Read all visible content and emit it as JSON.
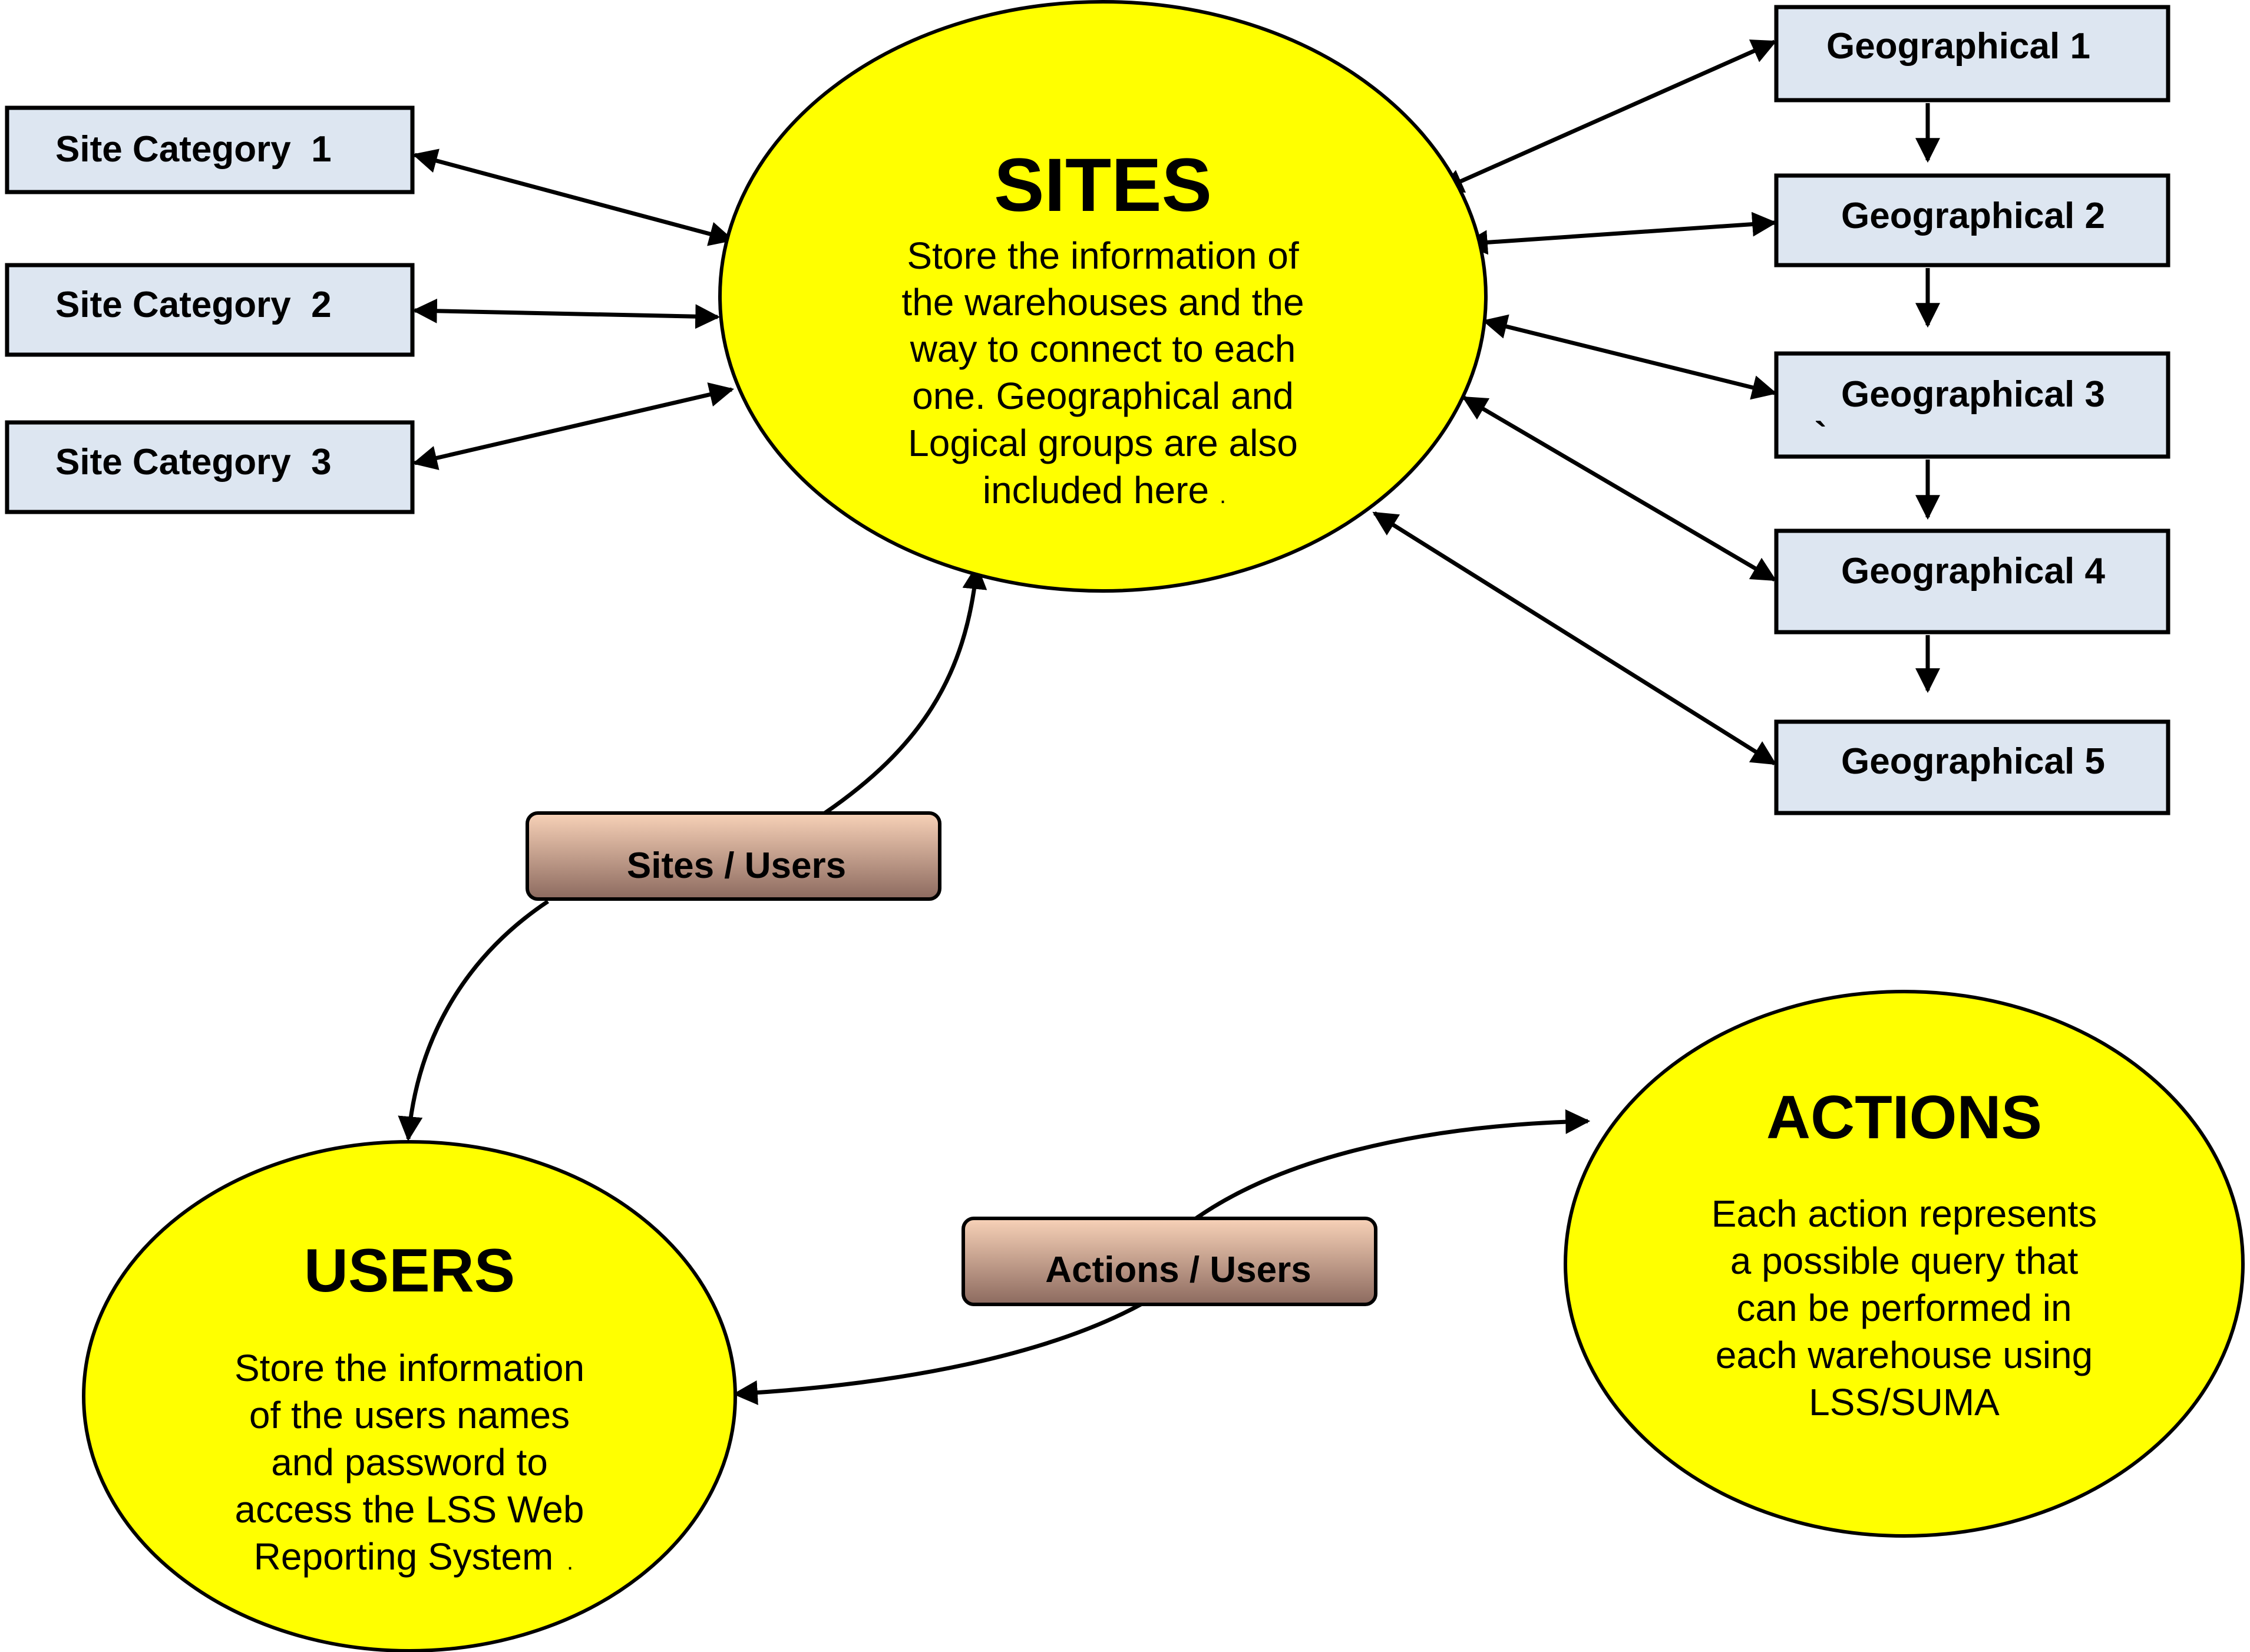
{
  "colors": {
    "entity_fill": "#ffff00",
    "box_fill": "#dde6f1",
    "junction_fill_top": "#f8d2b8",
    "junction_fill_bottom": "#8c6a5f",
    "stroke": "#000000"
  },
  "entities": {
    "sites": {
      "title": "SITES",
      "description": [
        "Store the information of",
        "the warehouses and the",
        "way to connect to each",
        "one. Geographical and",
        "Logical groups are also",
        "included here"
      ],
      "trailing_mark": "."
    },
    "users": {
      "title": "USERS",
      "description": [
        "Store the information",
        "of the users names",
        "and password to",
        "access the LSS Web",
        "Reporting System"
      ],
      "trailing_mark": "."
    },
    "actions": {
      "title": "ACTIONS",
      "description": [
        "Each action represents",
        "a possible query that",
        "can be performed in",
        "each warehouse using",
        "LSS/SUMA"
      ]
    }
  },
  "site_categories": [
    {
      "label": "Site Category  1"
    },
    {
      "label": "Site Category  2"
    },
    {
      "label": "Site Category  3"
    }
  ],
  "geographicals": [
    {
      "label": "Geographical 1"
    },
    {
      "label": "Geographical 2"
    },
    {
      "label": "Geographical 3",
      "stray_mark": "`"
    },
    {
      "label": "Geographical 4"
    },
    {
      "label": "Geographical 5"
    }
  ],
  "junctions": {
    "sites_users": {
      "label": "Sites / Users"
    },
    "actions_users": {
      "label": "Actions / Users"
    }
  }
}
